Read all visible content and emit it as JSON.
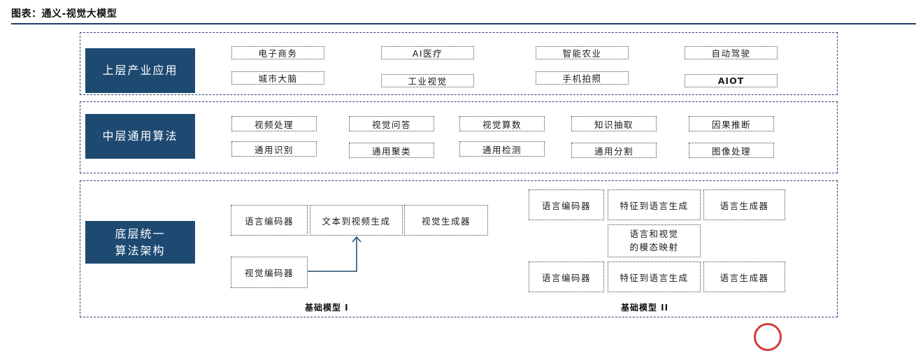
{
  "figure_title": "图表：通义-视觉大模型",
  "colors": {
    "label_bg": "#1e4a72",
    "rule": "#1f3f67",
    "section_border": "#2f3f7a",
    "logo_red": "#d43a3a"
  },
  "upper": {
    "label": "上层产业应用",
    "items": [
      "电子商务",
      "AI医疗",
      "智能农业",
      "自动驾驶",
      "城市大脑",
      "工业视觉",
      "手机拍照",
      "AIOT"
    ]
  },
  "middle": {
    "label": "中层通用算法",
    "items": [
      "视频处理",
      "视觉问答",
      "视觉算数",
      "知识抽取",
      "因果推断",
      "通用识别",
      "通用聚类",
      "通用检测",
      "通用分割",
      "图像处理"
    ]
  },
  "bottom": {
    "label_line1": "底层统一",
    "label_line2": "算法架构",
    "model1": {
      "items": [
        "语言编码器",
        "文本到视频生成",
        "视觉生成器",
        "视觉编码器"
      ],
      "caption": "基础模型 I"
    },
    "model2": {
      "top": [
        "语言编码器",
        "特征到语言生成",
        "语言生成器"
      ],
      "mapping_line1": "语言和视觉",
      "mapping_line2": "的模态映射",
      "bottom": [
        "语言编码器",
        "特征到语言生成",
        "语言生成器"
      ],
      "caption": "基础模型 II"
    }
  }
}
